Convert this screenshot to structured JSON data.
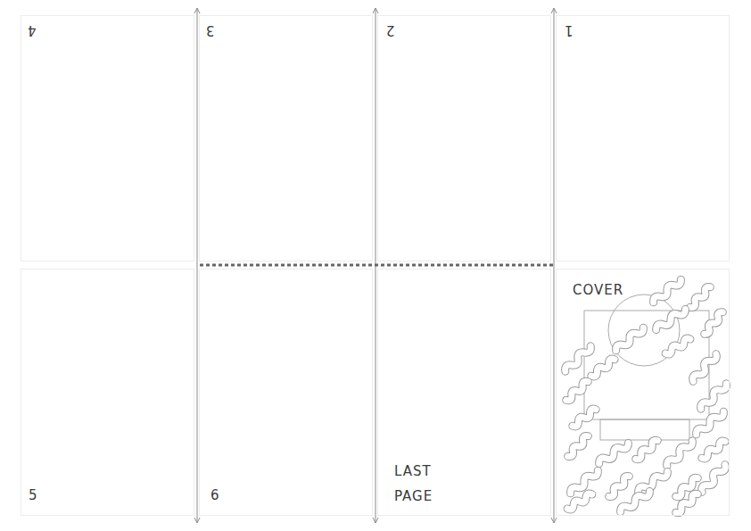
{
  "diagram": {
    "nodes": [
      {
        "text": [
          "4"
        ]
      },
      {
        "text": [
          "3"
        ]
      },
      {
        "text": [
          "2"
        ]
      },
      {
        "text": [
          "1"
        ]
      },
      {
        "text": [
          "5"
        ]
      },
      {
        "text": [
          "6"
        ]
      },
      {
        "text": [
          "LAST PAGE"
        ]
      },
      {
        "text": [
          "COVER"
        ]
      }
    ]
  }
}
